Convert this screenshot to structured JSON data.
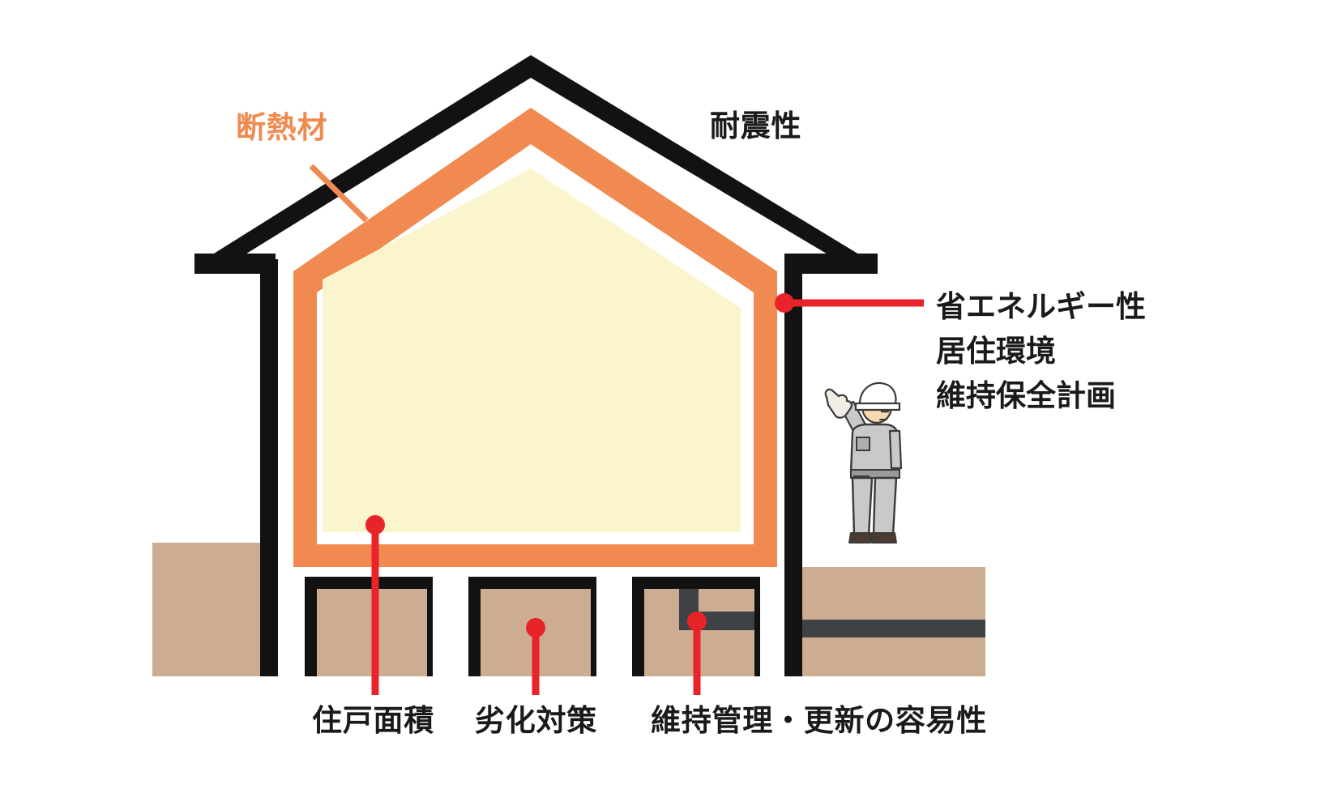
{
  "diagram": {
    "title_visible": false,
    "type": "house-cross-section-illustration",
    "colors": {
      "outline_black": "#121212",
      "insulation_orange": "#f08a50",
      "interior_cream": "#fbf5cd",
      "ground_tan": "#cdad91",
      "pipe_dark": "#3f4244",
      "leader_red": "#e8232a",
      "insulation_label": "#ef8a50",
      "text_black": "#1a1a1a",
      "background": "#ffffff"
    }
  },
  "labels": {
    "insulation": "断熱材",
    "seismic": "耐震性",
    "energy_saving": "省エネルギー性",
    "living_environment": "居住環境",
    "maintenance_plan": "維持保全計画",
    "dwelling_area": "住戸面積",
    "degradation_countermeasures": "劣化対策",
    "maintenance_ease": "維持管理・更新の容易性"
  },
  "callouts": [
    {
      "name": "insulation",
      "label": "断熱材",
      "color": "#ef8a50",
      "target": "roof-insulation-layer"
    },
    {
      "name": "seismic",
      "label": "耐震性",
      "color": "#1a1a1a",
      "target": "roof-outline"
    },
    {
      "name": "energy-saving",
      "label": "省エネルギー性",
      "color": "#e8232a",
      "target": "right-wall"
    },
    {
      "name": "dwelling-area",
      "label": "住戸面積",
      "color": "#e8232a",
      "target": "interior-space"
    },
    {
      "name": "degradation",
      "label": "劣化対策",
      "color": "#e8232a",
      "target": "foundation-middle"
    },
    {
      "name": "maintenance-ease",
      "label": "維持管理・更新の容易性",
      "color": "#e8232a",
      "target": "foundation-pipe"
    }
  ],
  "figure": {
    "name": "construction-worker",
    "description": "worker-pointing-up-with-helmet",
    "helmet_color": "#ffffff",
    "suit_color": "#c9c9c9",
    "skin_color": "#f6d9b0"
  }
}
